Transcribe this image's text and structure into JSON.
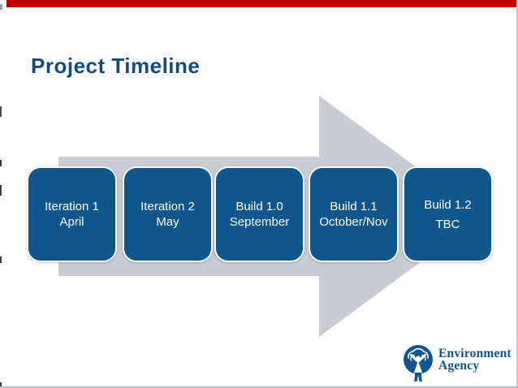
{
  "slide": {
    "title": "Project Timeline",
    "title_color": "#154980"
  },
  "colors": {
    "accent_red": "#C00000"
  },
  "timeline": {
    "arrow_color": "#C9CDD3",
    "box_color": "#0F568C",
    "box_text_color": "#FFFFFF",
    "steps": [
      {
        "line1": "Iteration 1",
        "line2": "April"
      },
      {
        "line1": "Iteration 2",
        "line2": "May"
      },
      {
        "line1": "Build 1.0",
        "line2": "September"
      },
      {
        "line1": "Build 1.1",
        "line2": "October/Nov"
      },
      {
        "line1": "Build 1.2",
        "line2": "TBC"
      }
    ]
  },
  "logo": {
    "line1": "Environment",
    "line2": "Agency",
    "color": "#11568E"
  }
}
